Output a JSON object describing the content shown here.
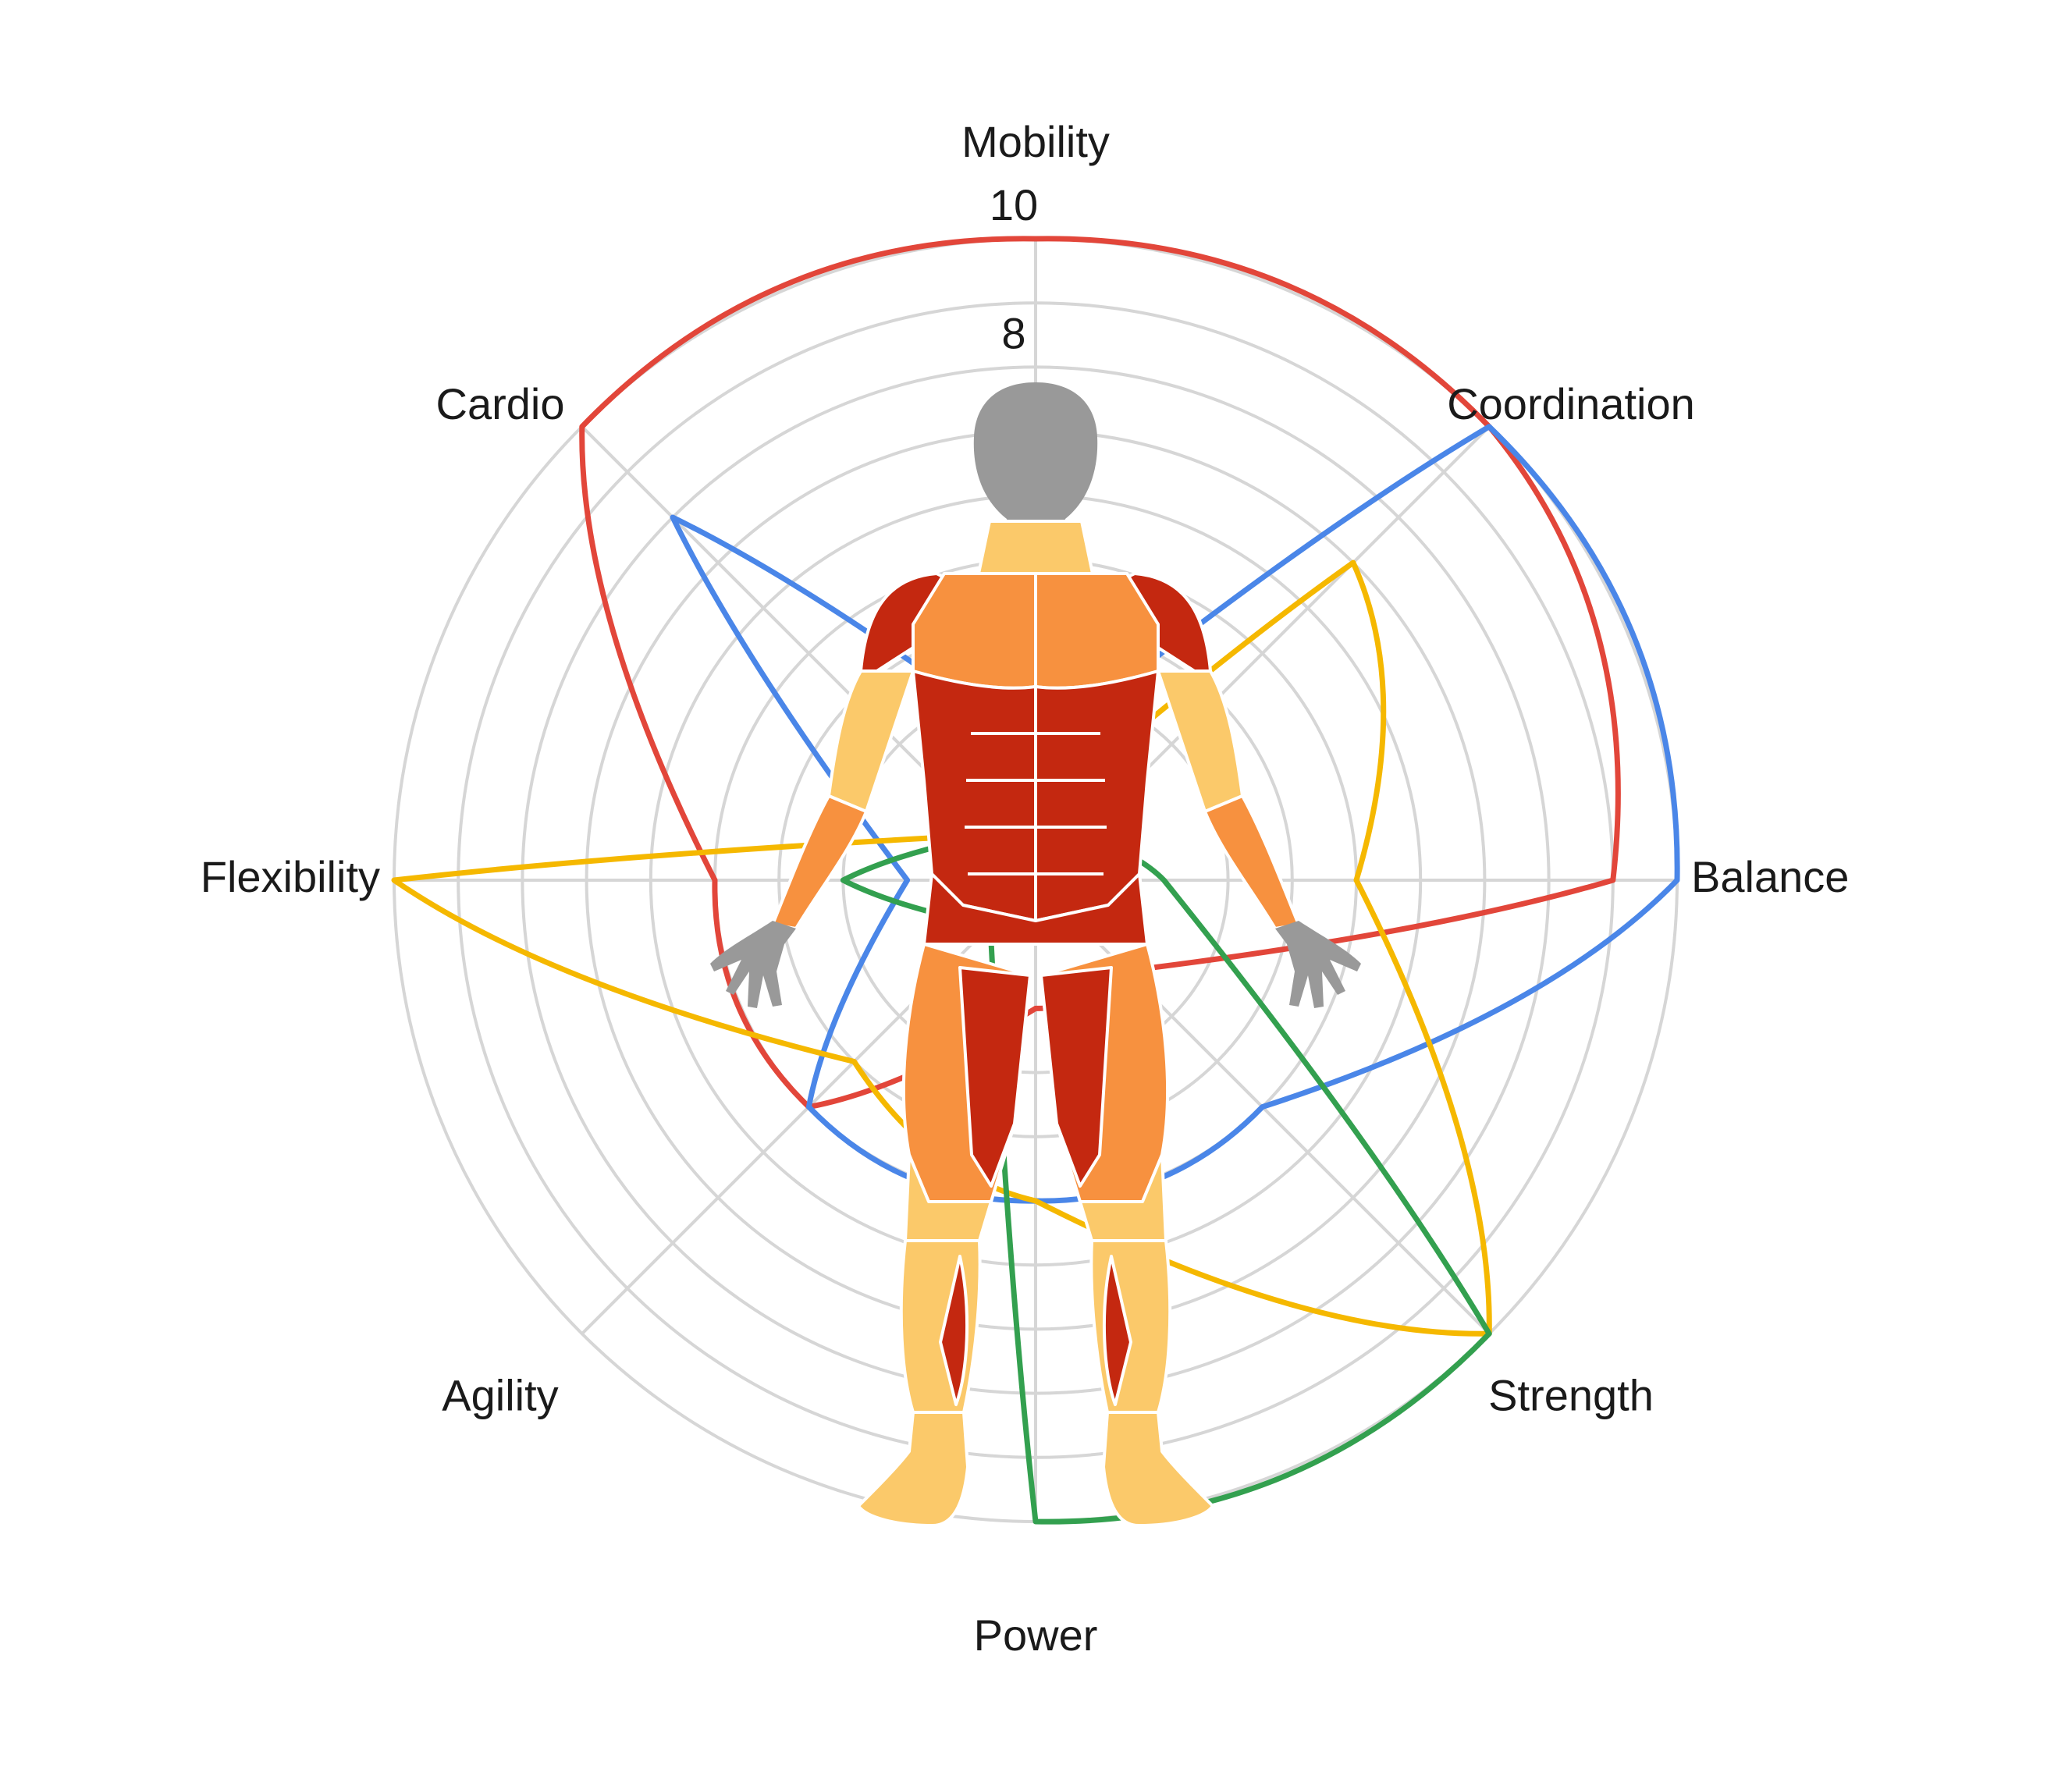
{
  "chart_data": {
    "type": "radar",
    "axes": [
      "Mobility",
      "Coordination",
      "Balance",
      "Strength",
      "Power",
      "Agility",
      "Flexibility",
      "Cardio"
    ],
    "rlim": [
      0,
      10
    ],
    "ticks": [
      "8",
      "10"
    ],
    "tick_values": [
      8,
      10
    ],
    "grid_rings": [
      3,
      4,
      5,
      6,
      7,
      8,
      9,
      10
    ],
    "grid": true,
    "series": [
      {
        "color": "#e2463a",
        "values": [
          10,
          10,
          9,
          2,
          2,
          5,
          5,
          10
        ]
      },
      {
        "color": "#4a86e8",
        "values": [
          2,
          10,
          10,
          5,
          5,
          5,
          2,
          8
        ]
      },
      {
        "color": "#f5b800",
        "values": [
          1,
          7,
          5,
          10,
          5,
          4,
          10,
          1
        ]
      },
      {
        "color": "#33a04f",
        "values": [
          1,
          1,
          2,
          10,
          10,
          1,
          3,
          1
        ]
      }
    ]
  },
  "figure": {
    "icon": "human-body-muscle-icon",
    "colors": {
      "head": "#999999",
      "dark": "#c42810",
      "mid": "#f7913f",
      "light": "#fbc96a"
    }
  }
}
